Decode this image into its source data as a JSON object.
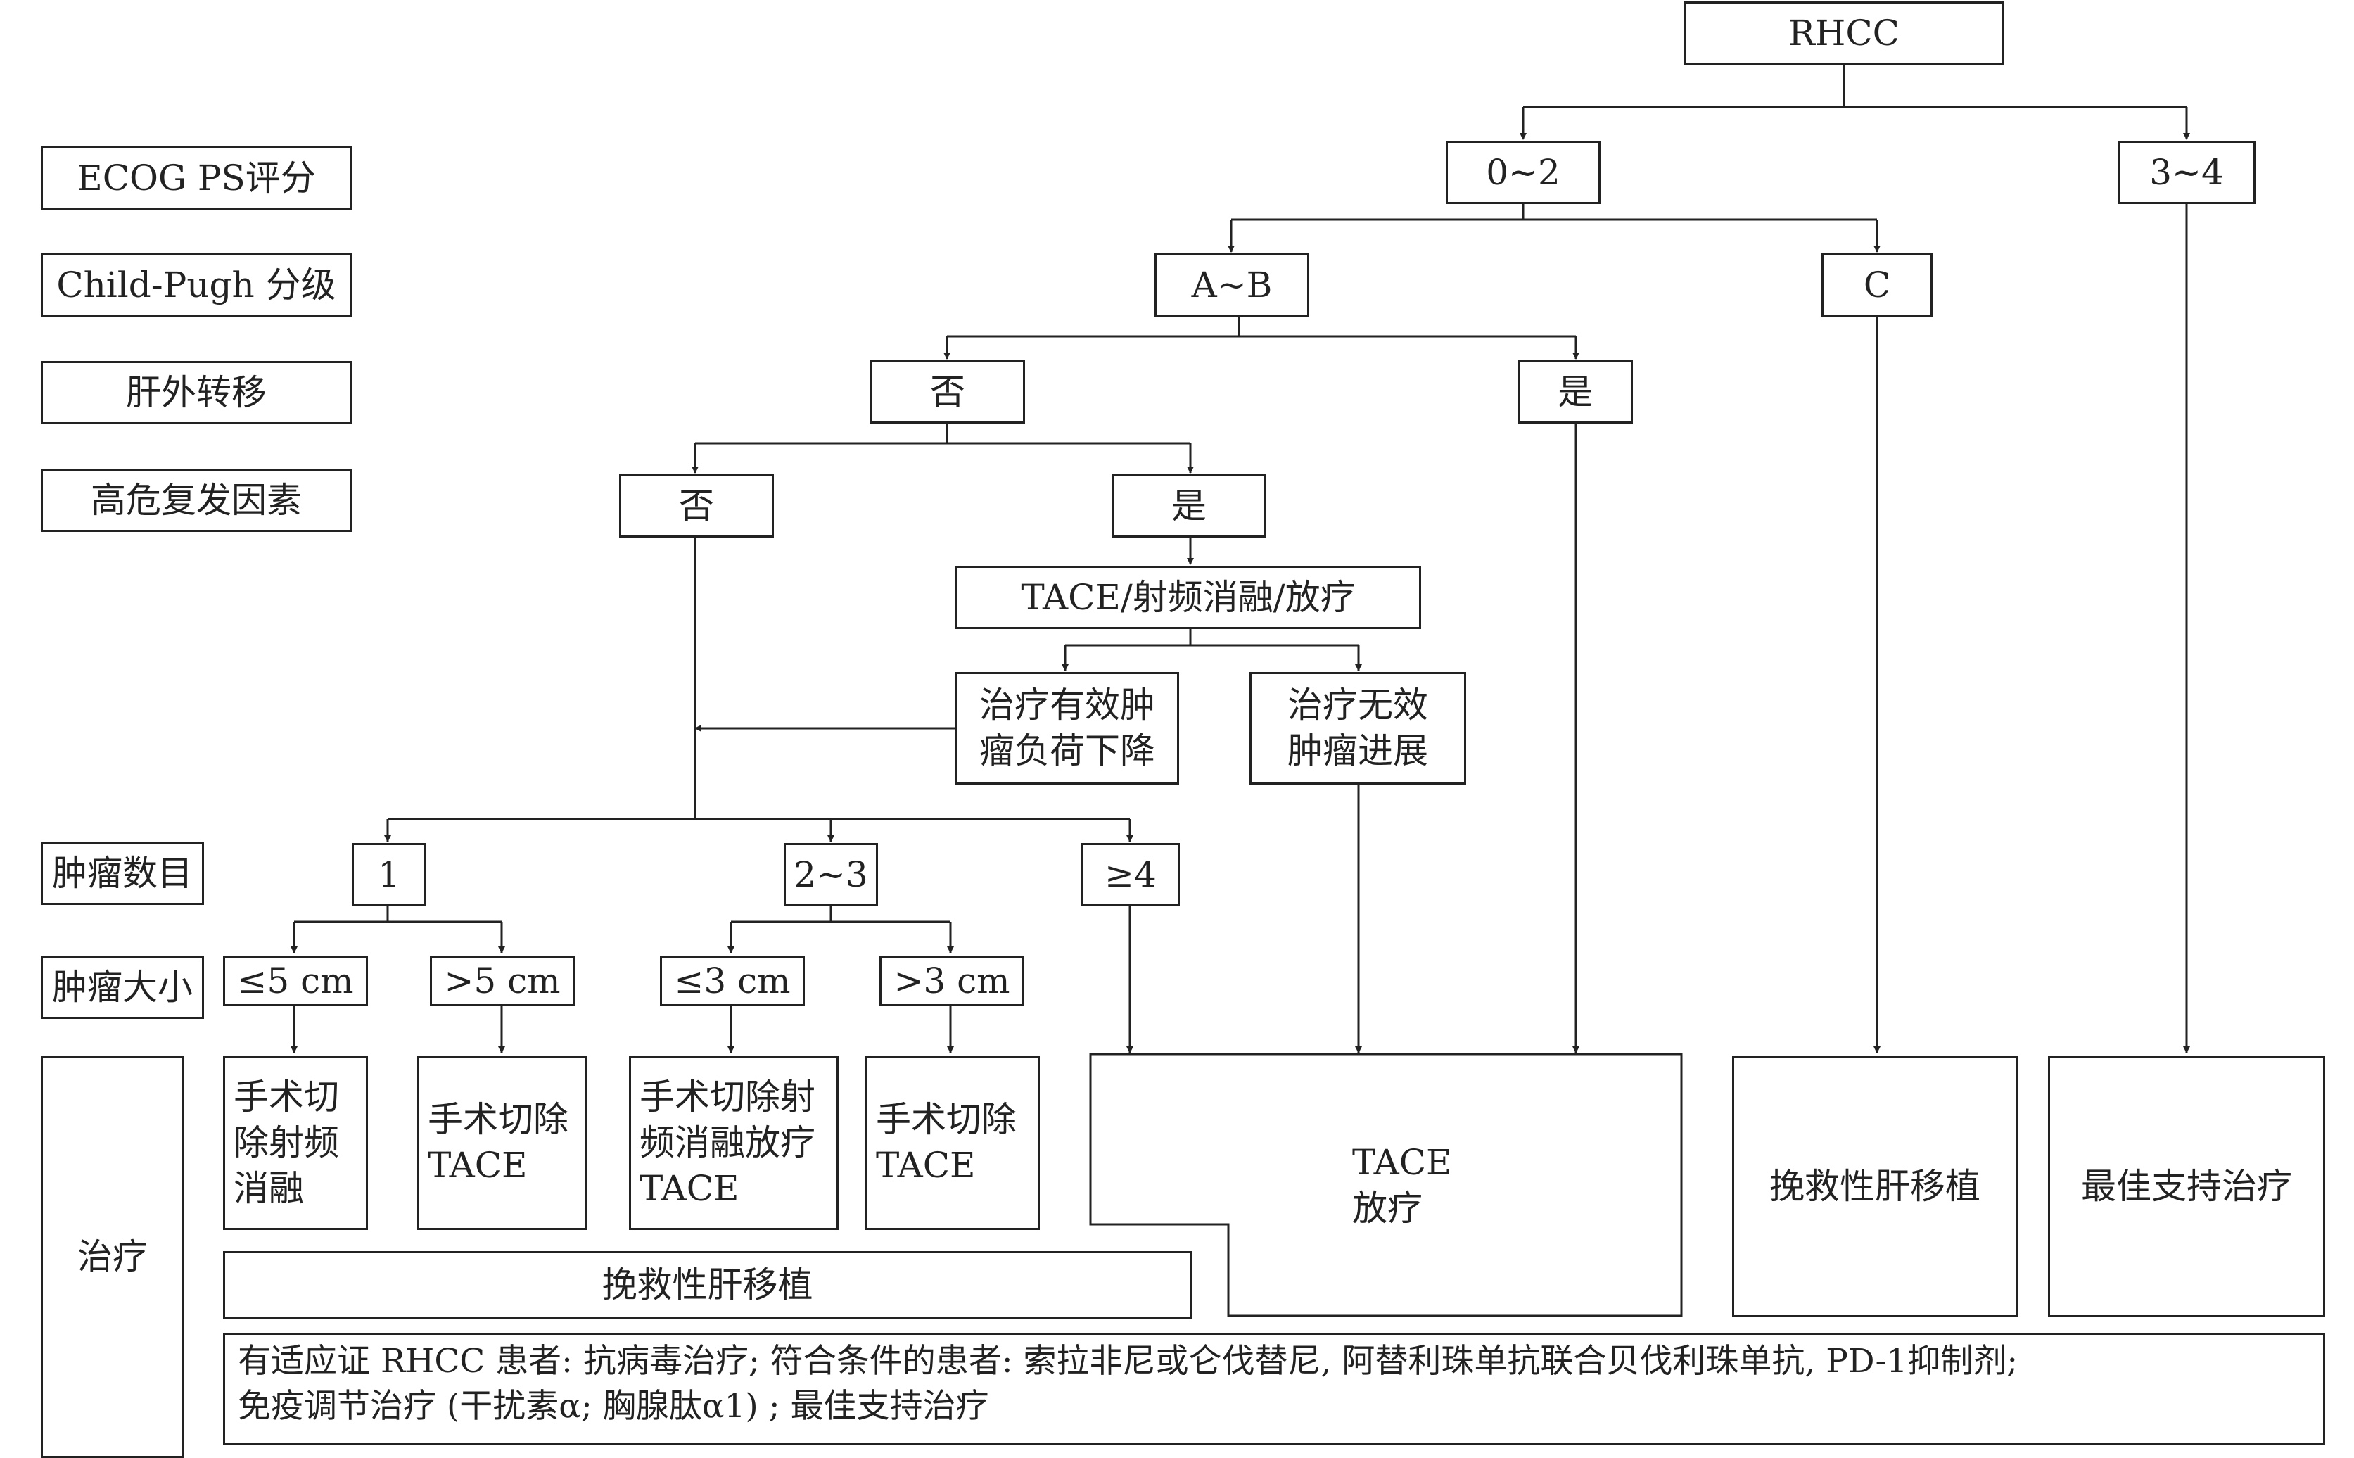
{
  "labels": {
    "ecog": "ECOG PS评分",
    "childpugh": "Child-Pugh 分级",
    "extrahepatic": "肝外转移",
    "highrisk": "高危复发因素",
    "tumor_count": "肿瘤数目",
    "tumor_size": "肿瘤大小",
    "treatment": "治疗"
  },
  "nodes": {
    "root": "RHCC",
    "ecog_0_2": "0~2",
    "ecog_3_4": "3~4",
    "cp_ab": "A~B",
    "cp_c": "C",
    "ext_no": "否",
    "ext_yes": "是",
    "risk_no": "否",
    "risk_yes": "是",
    "local_tx": "TACE/射频消融/放疗",
    "effective": "治疗有效肿\n瘤负荷下降",
    "ineffective": "治疗无效\n肿瘤进展",
    "count_1": "1",
    "count_2_3": "2~3",
    "count_4": "≥4",
    "size_le5": "≤5 cm",
    "size_gt5": ">5 cm",
    "size_le3": "≤3 cm",
    "size_gt3": ">3 cm",
    "tx_1": "手术切\n除射频\n消融",
    "tx_2": "手术切除\nTACE",
    "tx_3": "手术切除射\n频消融放疗\nTACE",
    "tx_4": "手术切除\nTACE",
    "tx_tace": "TACE\n放疗",
    "salvage_bar": "挽救性肝移植",
    "tx_salvage": "挽救性肝移植",
    "tx_bsc": "最佳支持治疗"
  },
  "footer": {
    "line1": "有适应证 RHCC 患者: 抗病毒治疗; 符合条件的患者: 索拉非尼或仑伐替尼, 阿替利珠单抗联合贝伐利珠单抗, PD-1抑制剂;",
    "line2": "免疫调节治疗 (干扰素α; 胸腺肽α1) ; 最佳支持治疗"
  }
}
